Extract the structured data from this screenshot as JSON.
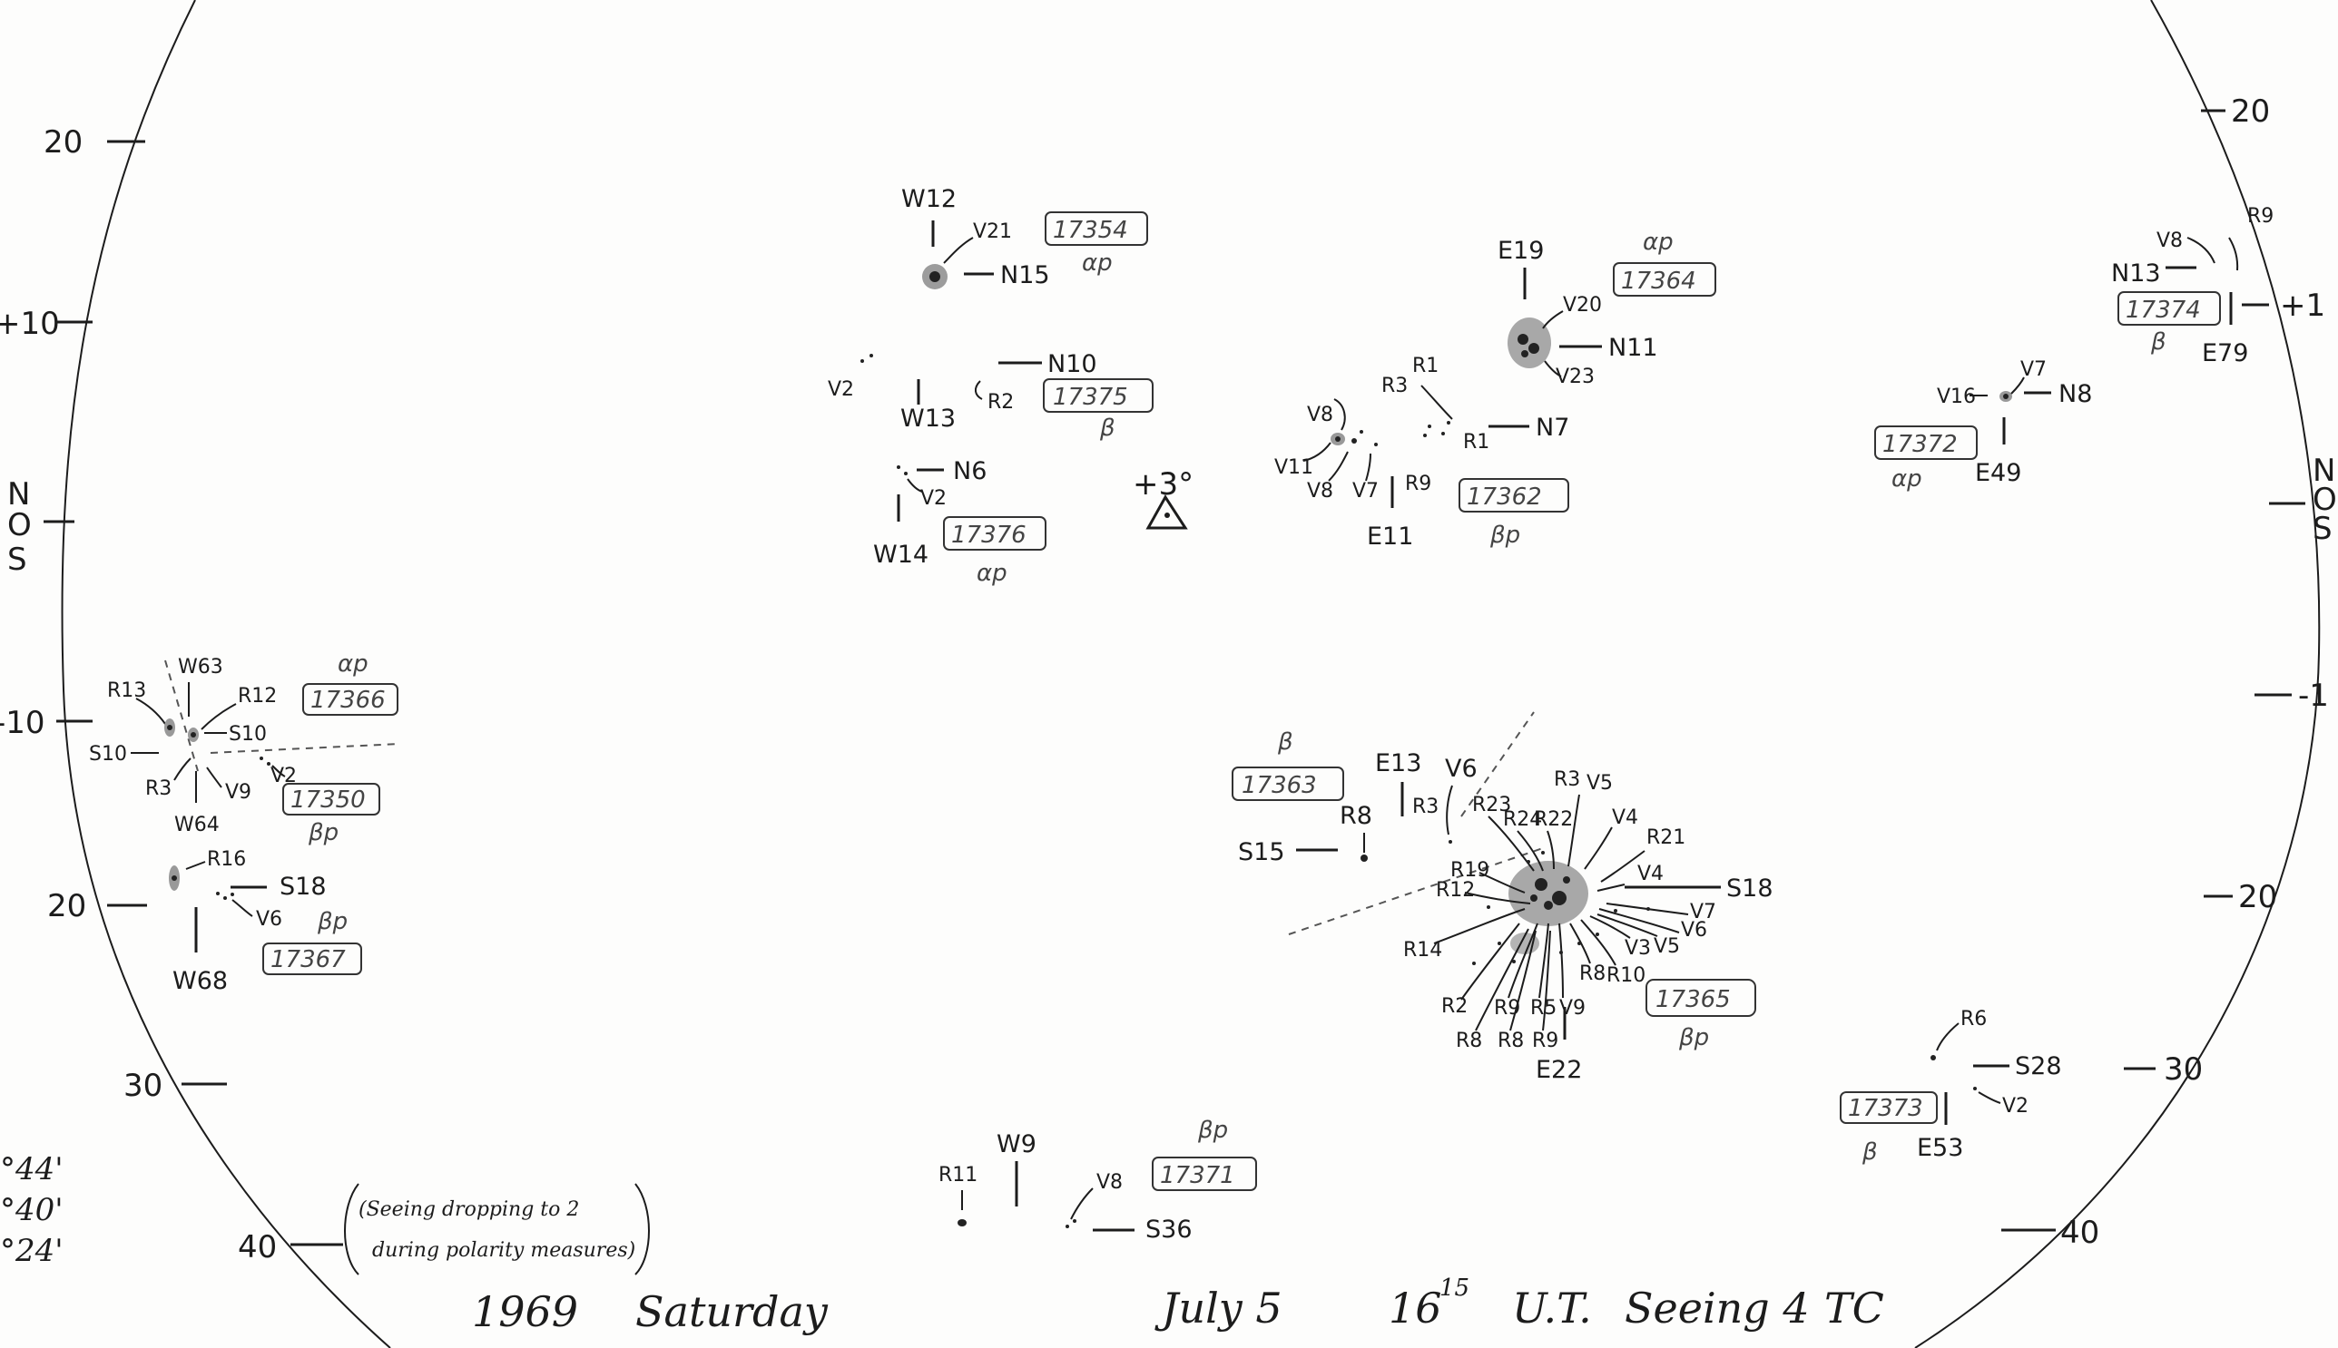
{
  "grid": {
    "left_ticks": [
      "20",
      "+10",
      "N",
      "O",
      "S",
      "-10",
      "20",
      "30",
      "40"
    ],
    "right_ticks": [
      "20",
      "+1",
      "N",
      "O",
      "S",
      "-1",
      "20",
      "30",
      "40"
    ]
  },
  "notes": {
    "corner": [
      "°44'",
      "°40'",
      "°24'"
    ],
    "seeing_note_1": "(Seeing dropping to 2",
    "seeing_note_2": "during polarity measures)",
    "footer_year": "1969",
    "footer_day": "Saturday",
    "footer_date": "July 5",
    "footer_hour": "16",
    "footer_min": "15",
    "footer_ut": "U.T.",
    "footer_seeing": "Seeing 4",
    "footer_initials": "TC",
    "center_angle": "+3°"
  },
  "regions": {
    "r17354": {
      "num": "17354",
      "cls": "αp",
      "lon": "W12",
      "lat": "N15",
      "lbl1": "V21"
    },
    "r17375": {
      "num": "17375",
      "cls": "β",
      "lon": "W13",
      "lat": "N10",
      "lbl1": "V2",
      "lbl2": "R2"
    },
    "r17376": {
      "num": "17376",
      "cls": "αp",
      "lon": "W14",
      "lat": "N6",
      "lbl1": "V2"
    },
    "r17364": {
      "num": "17364",
      "cls": "αp",
      "lon": "E19",
      "lat": "N11",
      "lbl1": "V20",
      "lbl2": "V23"
    },
    "r17362": {
      "num": "17362",
      "cls": "βp",
      "lon": "E11",
      "lat": "N7",
      "lbls": [
        "V8",
        "V11",
        "V8",
        "V7",
        "R9",
        "R3",
        "R1",
        "R1"
      ]
    },
    "r17374": {
      "num": "17374",
      "cls": "β",
      "lon": "E79",
      "lat": "N13",
      "lbl1": "V8",
      "lbl2": "R9"
    },
    "r17372": {
      "num": "17372",
      "cls": "αp",
      "lon": "E49",
      "lat": "N8",
      "lbl1": "V16",
      "lbl2": "V7"
    },
    "r17366": {
      "num": "17366",
      "cls": "αp",
      "lon": "W63",
      "lbls": [
        "R13",
        "R12",
        "S10",
        "S10"
      ]
    },
    "r17350": {
      "num": "17350",
      "cls": "βp",
      "lon": "W64",
      "lbls": [
        "R3",
        "V9",
        "V2"
      ]
    },
    "r17367": {
      "num": "17367",
      "cls": "βp",
      "lon": "W68",
      "lat": "S18",
      "lbls": [
        "R16",
        "V6"
      ]
    },
    "r17363": {
      "num": "17363",
      "cls": "β",
      "lon": "E13",
      "lat": "S15",
      "lbls": [
        "R8",
        "V6",
        "R3"
      ]
    },
    "r17365": {
      "num": "17365",
      "cls": "βp",
      "lon": "E22",
      "lat": "S18",
      "lbls": [
        "R23",
        "R24",
        "R22",
        "R3",
        "V5",
        "V4",
        "R21",
        "V4",
        "R19",
        "R12",
        "R14",
        "V7",
        "V6",
        "V5",
        "V3",
        "R10",
        "R8",
        "V9",
        "R5",
        "R9",
        "R2",
        "R8",
        "R8",
        "R9"
      ]
    },
    "r17373": {
      "num": "17373",
      "cls": "β",
      "lon": "E53",
      "lat": "S28",
      "lbl1": "R6",
      "lbl2": "V2"
    },
    "r17371": {
      "num": "17371",
      "cls": "βp",
      "lon": "W9",
      "lat": "S36",
      "lbl1": "R11",
      "lbl2": "V8"
    }
  }
}
